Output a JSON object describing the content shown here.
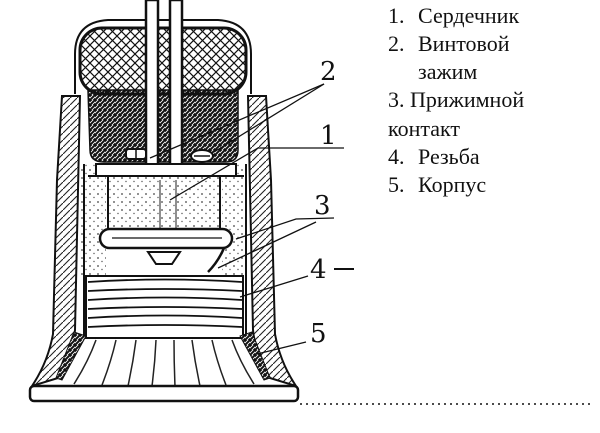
{
  "legend": {
    "items": [
      {
        "num": "1.",
        "label": "Сердечник"
      },
      {
        "num": "2.",
        "label": "Винтовой зажим"
      },
      {
        "num": "3.",
        "label": "Прижимной контакт"
      },
      {
        "num": "4.",
        "label": "Резьба"
      },
      {
        "num": "5.",
        "label": "Корпус"
      }
    ]
  },
  "callouts": {
    "n1": "1",
    "n2": "2",
    "n3": "3",
    "n4": "4",
    "n5": "5"
  },
  "colors": {
    "ink": "#111111",
    "paper": "#ffffff"
  }
}
